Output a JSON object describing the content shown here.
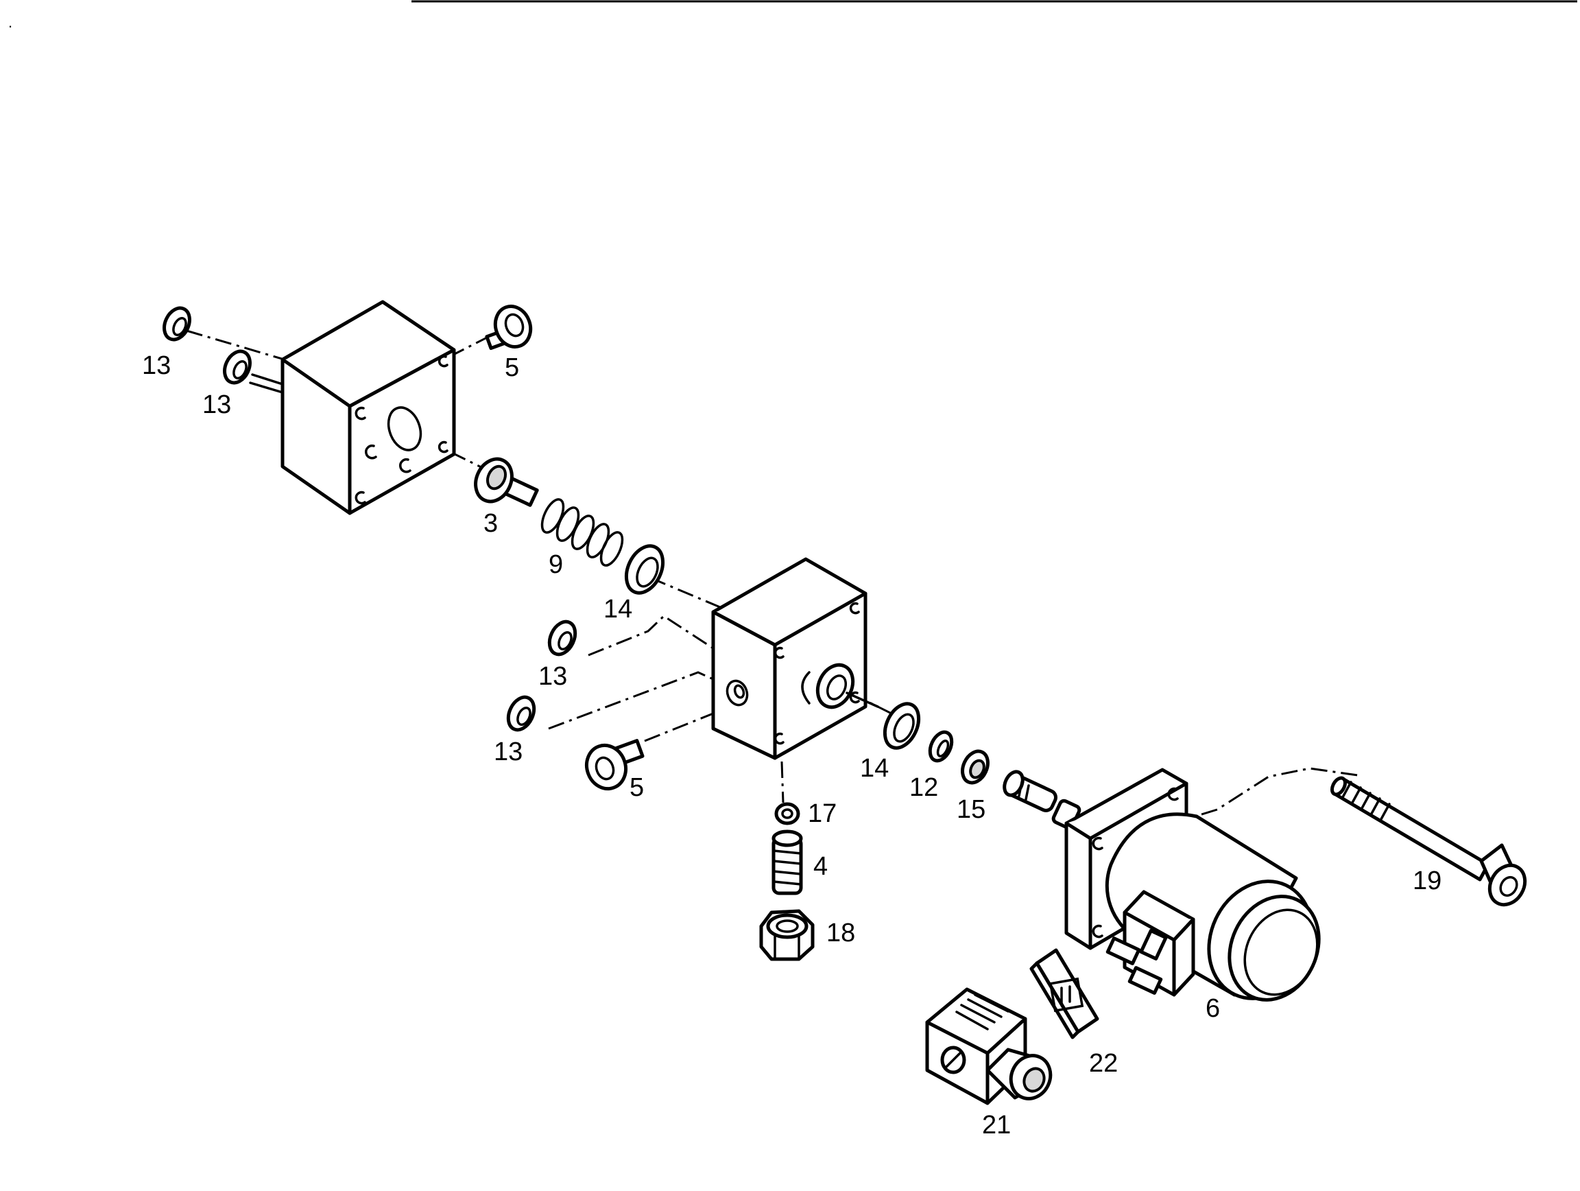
{
  "callouts": {
    "c13a": "13",
    "c13b": "13",
    "c5a": "5",
    "c3": "3",
    "c9": "9",
    "c14a": "14",
    "c13c": "13",
    "c13d": "13",
    "c5b": "5",
    "c14b": "14",
    "c12": "12",
    "c15": "15",
    "c17": "17",
    "c4": "4",
    "c18": "18",
    "c19": "19",
    "c6": "6",
    "c22": "22",
    "c21": "21"
  },
  "colors": {
    "line": "#000000",
    "background": "#ffffff"
  }
}
